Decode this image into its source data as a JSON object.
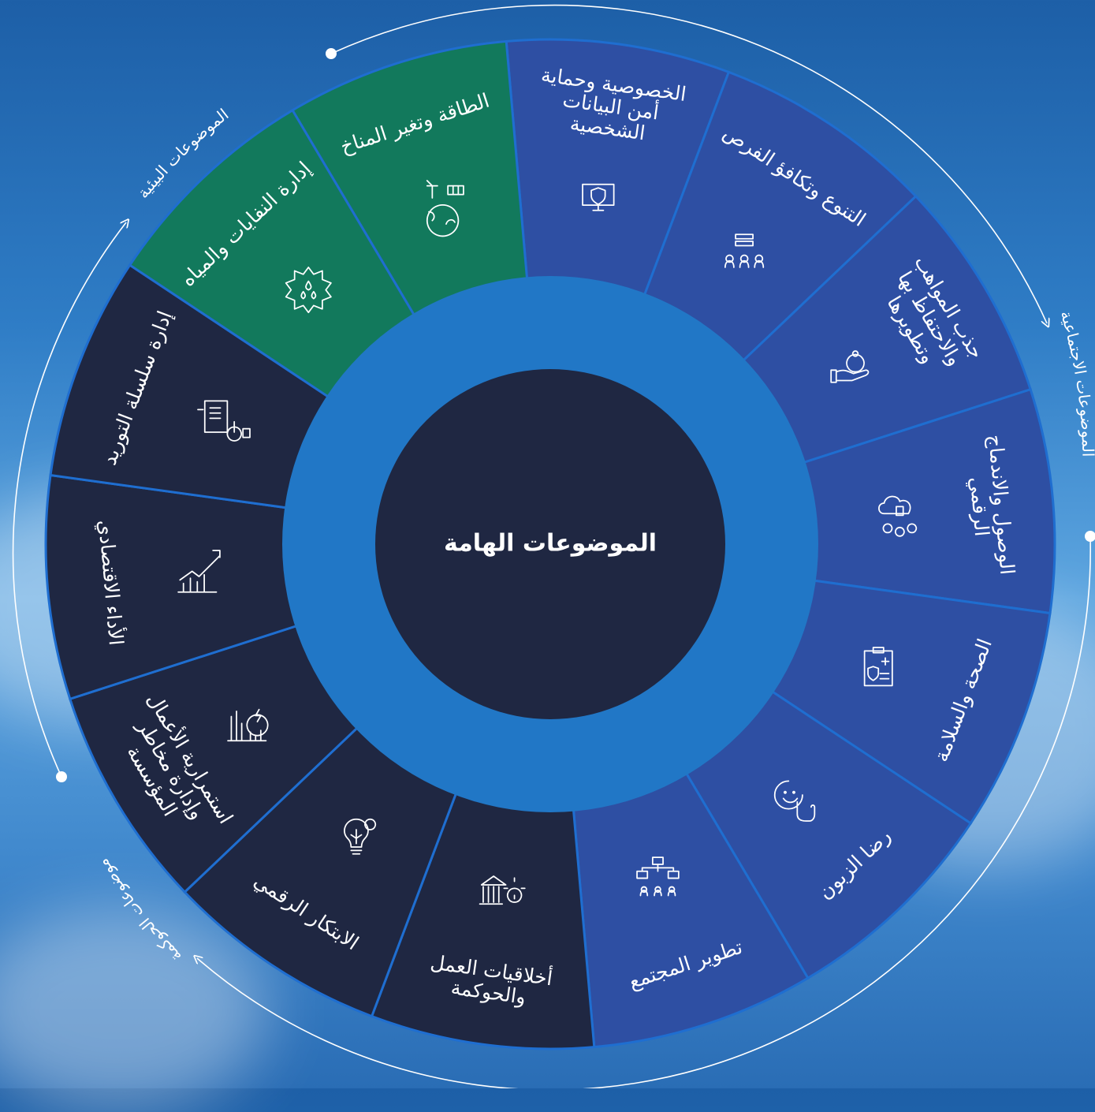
{
  "colors": {
    "environmental": "#12795c",
    "social": "#2e4fa3",
    "governance": "#1f2742",
    "inner_ring": "#2177c6",
    "center": "#1f2742",
    "divider": "#1f6ed0"
  },
  "center_title": "الموضوعات الهامة",
  "groups": [
    {
      "label": "الموضوعات البيئية"
    },
    {
      "label": "الموضوعات الاجتماعية"
    },
    {
      "label": "موضوعات الحوكمة"
    }
  ],
  "segments": [
    {
      "label": "الخصوصية وحماية أمن البيانات الشخصية",
      "lines": [
        "الخصوصية وحماية",
        "أمن البيانات",
        "الشخصية"
      ],
      "group": "social",
      "icon": "data-security-icon"
    },
    {
      "label": "التنوع وتكافؤ الفرص",
      "lines": [
        "التنوع وتكافؤ الفرص"
      ],
      "group": "social",
      "icon": "team-diversity-icon"
    },
    {
      "label": "جذب المواهب والاحتفاظ بها وتطويرها",
      "lines": [
        "جذب المواهب",
        "والاحتفاظ بها",
        "وتطويرها"
      ],
      "group": "social",
      "icon": "talent-hand-icon"
    },
    {
      "label": "الوصول والاندماج الرقمي",
      "lines": [
        "الوصول والاندماج",
        "الرقمي"
      ],
      "group": "social",
      "icon": "digital-cloud-icon"
    },
    {
      "label": "الصحة والسلامة",
      "lines": [
        "الصحة والسلامة"
      ],
      "group": "social",
      "icon": "health-clipboard-icon"
    },
    {
      "label": "رضا الزبون",
      "lines": [
        "رضا الزبون"
      ],
      "group": "social",
      "icon": "customer-satisfaction-icon"
    },
    {
      "label": "تطوير المجتمع",
      "lines": [
        "تطوير المجتمع"
      ],
      "group": "social",
      "icon": "community-network-icon"
    },
    {
      "label": "أخلاقيات العمل والحوكمة",
      "lines": [
        "أخلاقيات العمل",
        "والحوكمة"
      ],
      "group": "governance",
      "icon": "governance-building-icon"
    },
    {
      "label": "الابتكار الرقمي",
      "lines": [
        "الابتكار الرقمي"
      ],
      "group": "governance",
      "icon": "innovation-bulb-icon"
    },
    {
      "label": "استمرارية الأعمال وإدارة مخاطر المؤسسة",
      "lines": [
        "استمرارية الأعمال",
        "وإدارة مخاطر",
        "المؤسسة"
      ],
      "group": "governance",
      "icon": "risk-energy-chart-icon"
    },
    {
      "label": "الأداء الاقتصادي",
      "lines": [
        "الأداء الاقتصادي"
      ],
      "group": "governance",
      "icon": "growth-chart-icon"
    },
    {
      "label": "إدارة سلسلة التوريد",
      "lines": [
        "إدارة سلسلة التوريد"
      ],
      "group": "governance",
      "icon": "supply-chain-icon"
    },
    {
      "label": "إدارة النفايات والمياه",
      "lines": [
        "إدارة النفايات والمياه"
      ],
      "group": "environmental",
      "icon": "water-gear-icon"
    },
    {
      "label": "الطاقة وتغير المناخ",
      "lines": [
        "الطاقة وتغير المناخ"
      ],
      "group": "environmental",
      "icon": "energy-globe-icon"
    }
  ]
}
